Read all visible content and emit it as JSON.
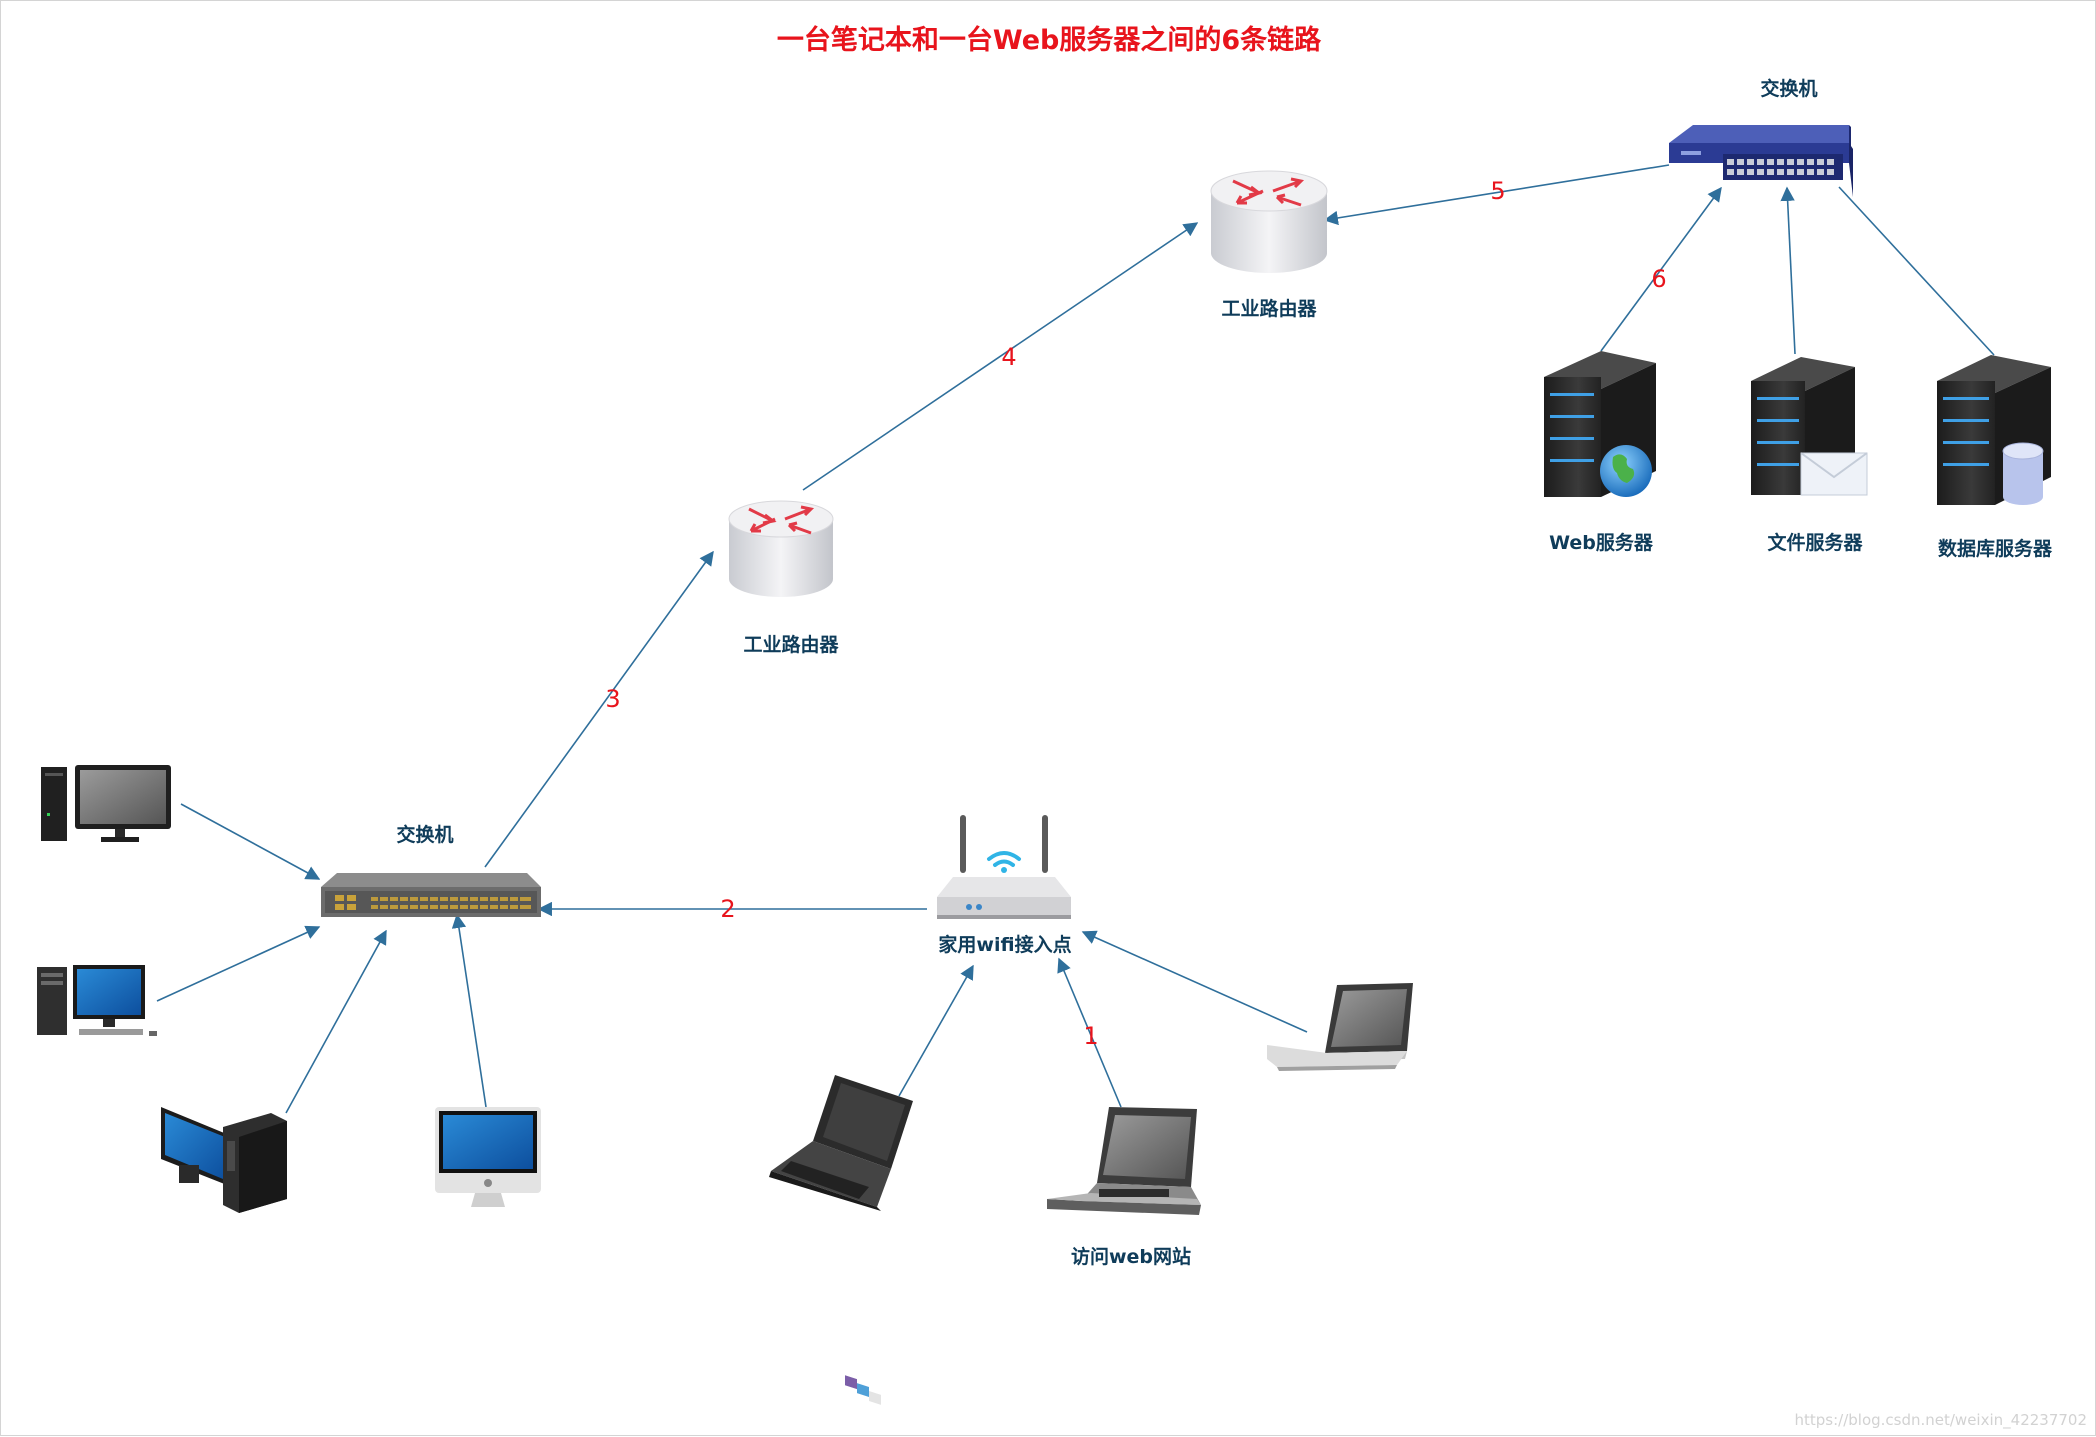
{
  "title": "一台笔记本和一台Web服务器之间的6条链路",
  "colors": {
    "link": "#2f6f9b",
    "label": "#0f3c5a",
    "accent": "#e8141c"
  },
  "nodes": {
    "switch_top": {
      "label": "交换机",
      "icon": "network-switch-icon"
    },
    "router_top": {
      "label": "工业路由器",
      "icon": "router-icon"
    },
    "router_mid": {
      "label": "工业路由器",
      "icon": "router-icon"
    },
    "web_server": {
      "label": "Web服务器",
      "icon": "web-server-icon"
    },
    "file_server": {
      "label": "文件服务器",
      "icon": "file-server-icon"
    },
    "db_server": {
      "label": "数据库服务器",
      "icon": "database-server-icon"
    },
    "switch_left": {
      "label": "交换机",
      "icon": "network-switch-icon"
    },
    "wifi_ap": {
      "label": "家用wifi接入点",
      "icon": "wifi-router-icon"
    },
    "laptop_main": {
      "label": "访问web网站",
      "icon": "laptop-icon"
    },
    "desktop_1": {
      "icon": "desktop-computer-icon"
    },
    "desktop_2": {
      "icon": "desktop-computer-icon"
    },
    "desktop_3": {
      "icon": "desktop-computer-icon"
    },
    "imac": {
      "icon": "imac-icon"
    },
    "laptop_left": {
      "icon": "laptop-icon"
    },
    "laptop_right": {
      "icon": "laptop-icon"
    }
  },
  "links": [
    {
      "label": "1",
      "from": "laptop_main",
      "to": "wifi_ap"
    },
    {
      "label": "2",
      "from": "wifi_ap",
      "to": "switch_left"
    },
    {
      "label": "3",
      "from": "switch_left",
      "to": "router_mid"
    },
    {
      "label": "4",
      "from": "router_mid",
      "to": "router_top"
    },
    {
      "label": "5",
      "from": "switch_top",
      "to": "router_top"
    },
    {
      "label": "6",
      "from": "web_server",
      "to": "switch_top"
    }
  ],
  "watermark": "https://blog.csdn.net/weixin_42237702"
}
